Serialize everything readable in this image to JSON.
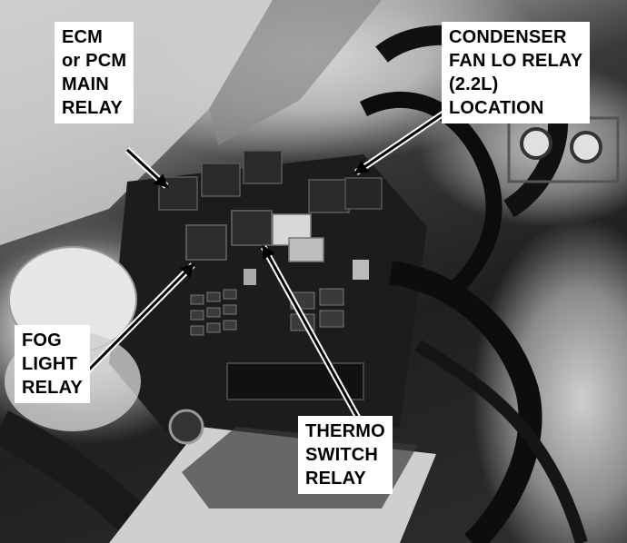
{
  "labels": {
    "ecm_relay": [
      "ECM",
      "or PCM",
      "MAIN",
      "RELAY"
    ],
    "condenser_relay": [
      "CONDENSER",
      "FAN LO RELAY",
      "(2.2L)",
      "LOCATION"
    ],
    "fog_relay": [
      "FOG",
      "LIGHT",
      "RELAY"
    ],
    "thermo_relay": [
      "THERMO",
      "SWITCH",
      "RELAY"
    ]
  }
}
